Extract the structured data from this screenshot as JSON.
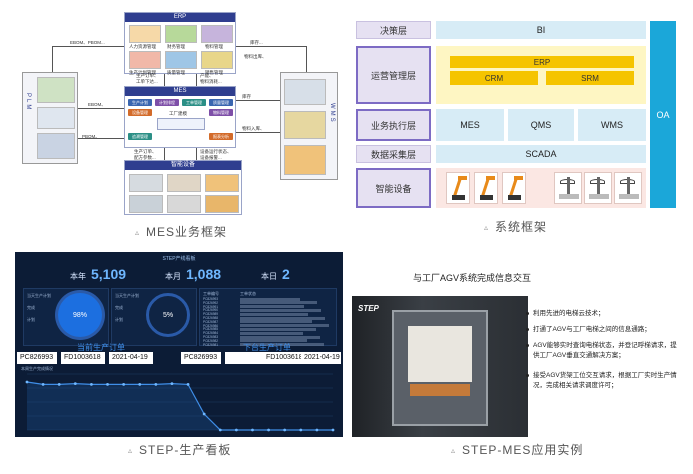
{
  "captions": {
    "mes": "MES业务框架",
    "system": "系统框架",
    "dashboard": "STEP-生产看板",
    "agv": "STEP-MES应用实例"
  },
  "mes_diagram": {
    "erp": "ERP",
    "mes": "MES",
    "plm": "PLM",
    "wms": "WMS",
    "smart_devices": "智能设备",
    "erp_items": [
      "人力资源管理",
      "财务管理",
      "物料管理",
      "生产计划管理",
      "质量管理",
      "销售管理"
    ],
    "left_flow_top": "EBOM、PBOM...",
    "left_flow_mid": "EBOM、",
    "left_flow_bottom": "PBOM、",
    "right_flow_top": "库存...",
    "right_flow_mid": "物料出库、",
    "right_flow_side": "库存",
    "right_flow_in": "物料入库、",
    "erp_down_a": "生产订单、",
    "erp_down_b": "工单下达...",
    "erp_up_a": "产能、",
    "erp_up_b": "物料消耗...",
    "mes_down_a": "生产订单、",
    "mes_down_b": "配方参数...",
    "mes_up_a": "设备运行状态、",
    "mes_up_b": "设备报警...",
    "mes_factory": "工厂建模",
    "mes_pills": [
      "生产计划",
      "计划排程",
      "工单管理",
      "质量管理",
      "设备管理",
      "物料管理",
      "追溯管理",
      "报表分析"
    ]
  },
  "system_framework": {
    "layers": [
      "决策层",
      "运营管理层",
      "业务执行层",
      "数据采集层",
      "智能设备"
    ],
    "bi": "BI",
    "erp": "ERP",
    "crm": "CRM",
    "srm": "SRM",
    "mes": "MES",
    "qms": "QMS",
    "wms": "WMS",
    "scada": "SCADA",
    "oa": "OA"
  },
  "dashboard": {
    "header": "STEP产线看板",
    "year_label": "本年",
    "year_value": "5,109",
    "month_label": "本月",
    "month_value": "1,088",
    "day_label": "本日",
    "day_value": "2",
    "ring_left": "98%",
    "ring_right": "5%",
    "current_title": "当前生产订单",
    "next_title": "下台生产订单",
    "current_order": {
      "order": "PC826993",
      "code": "FD1003618",
      "date": "2021-04-19"
    },
    "next_order": {
      "order": "PC826993",
      "code": "FD1003618",
      "date": "2021-04-19"
    },
    "list_headers": [
      "工单编号",
      "工单状态"
    ],
    "list_rows": [
      "PC826993",
      "PC826992",
      "PC826991",
      "PC826990",
      "PC826989",
      "PC826988",
      "PC826987",
      "PC826986",
      "PC826985",
      "PC826984",
      "PC826983",
      "PC826982",
      "PC826981"
    ],
    "panel_left_labels": [
      "当天生产计划",
      "完成",
      "计划"
    ],
    "panel_right_labels": [
      "当天生产计划",
      "完成",
      "计划"
    ],
    "chart_label": "本周生产完成情况"
  },
  "agv_section": {
    "title": "与工厂AGV系统完成信息交互",
    "photo_logo": "STEP",
    "bullets": [
      "利用先进的电梯云技术；",
      "打通了AGV与工厂电梯之间的信息通路；",
      "AGV能够实时查询电梯状态，并登记呼梯请求，提供工厂AGV垂直交通解决方案；",
      "接受AGV货架工位交互请求，根据工厂实时生产情况，完成相关请求调度许可；"
    ]
  },
  "chart_data": {
    "type": "line",
    "x": [
      1,
      2,
      3,
      4,
      5,
      6,
      7,
      8,
      9,
      10,
      11,
      12,
      13,
      14,
      15,
      16,
      17,
      18,
      19,
      20
    ],
    "series": [
      {
        "values": [
          60,
          57,
          57,
          58,
          57,
          57,
          57,
          57,
          57,
          58,
          57,
          20,
          0,
          0,
          0,
          0,
          0,
          0,
          0,
          0
        ]
      }
    ],
    "ylim": [
      0,
      70
    ],
    "grid": true
  },
  "colors": {
    "mes_blue": "#2f3e8f",
    "layer_lavender": "#e6e1f2",
    "cell_blue": "#d7ecf6",
    "erp_yellow": "#f5c400",
    "oa_blue": "#1ba7d9",
    "dash_bg": "#0c1c36",
    "dash_accent": "#3f8ee8"
  }
}
